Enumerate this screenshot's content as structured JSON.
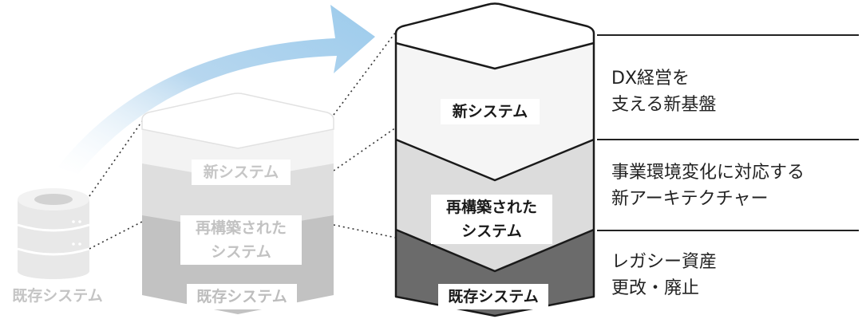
{
  "legacy": {
    "label": "既存システム"
  },
  "middle": {
    "top_label": "新システム",
    "mid_label_1": "再構築された",
    "mid_label_2": "システム",
    "bottom_label": "既存システム"
  },
  "large": {
    "top_label": "新システム",
    "mid_label_1": "再構築された",
    "mid_label_2": "システム",
    "bottom_label": "既存システム"
  },
  "descriptions": [
    {
      "line1": "DX経営を",
      "line2": "支える新基盤"
    },
    {
      "line1": "事業環境変化に対応する",
      "line2": "新アーキテクチャー"
    },
    {
      "line1": "レガシー資産",
      "line2": "更改・廃止"
    }
  ],
  "colors": {
    "arrow": "#b7d7ef",
    "large_top": "#f5f5f5",
    "large_mid": "#dcdcdc",
    "large_bottom": "#6b6b6b",
    "outline": "#1a1a1a"
  }
}
